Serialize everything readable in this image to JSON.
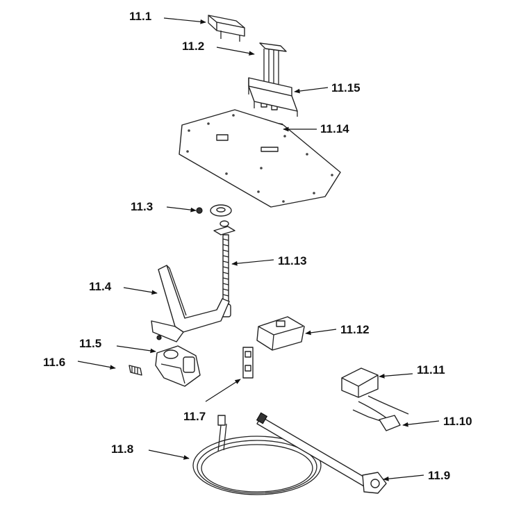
{
  "diagram": {
    "labels": {
      "p11_1": "11.1",
      "p11_2": "11.2",
      "p11_3": "11.3",
      "p11_4": "11.4",
      "p11_5": "11.5",
      "p11_6": "11.6",
      "p11_7": "11.7",
      "p11_8": "11.8",
      "p11_9": "11.9",
      "p11_10": "11.10",
      "p11_11": "11.11",
      "p11_12": "11.12",
      "p11_13": "11.13",
      "p11_14": "11.14",
      "p11_15": "11.15"
    }
  }
}
